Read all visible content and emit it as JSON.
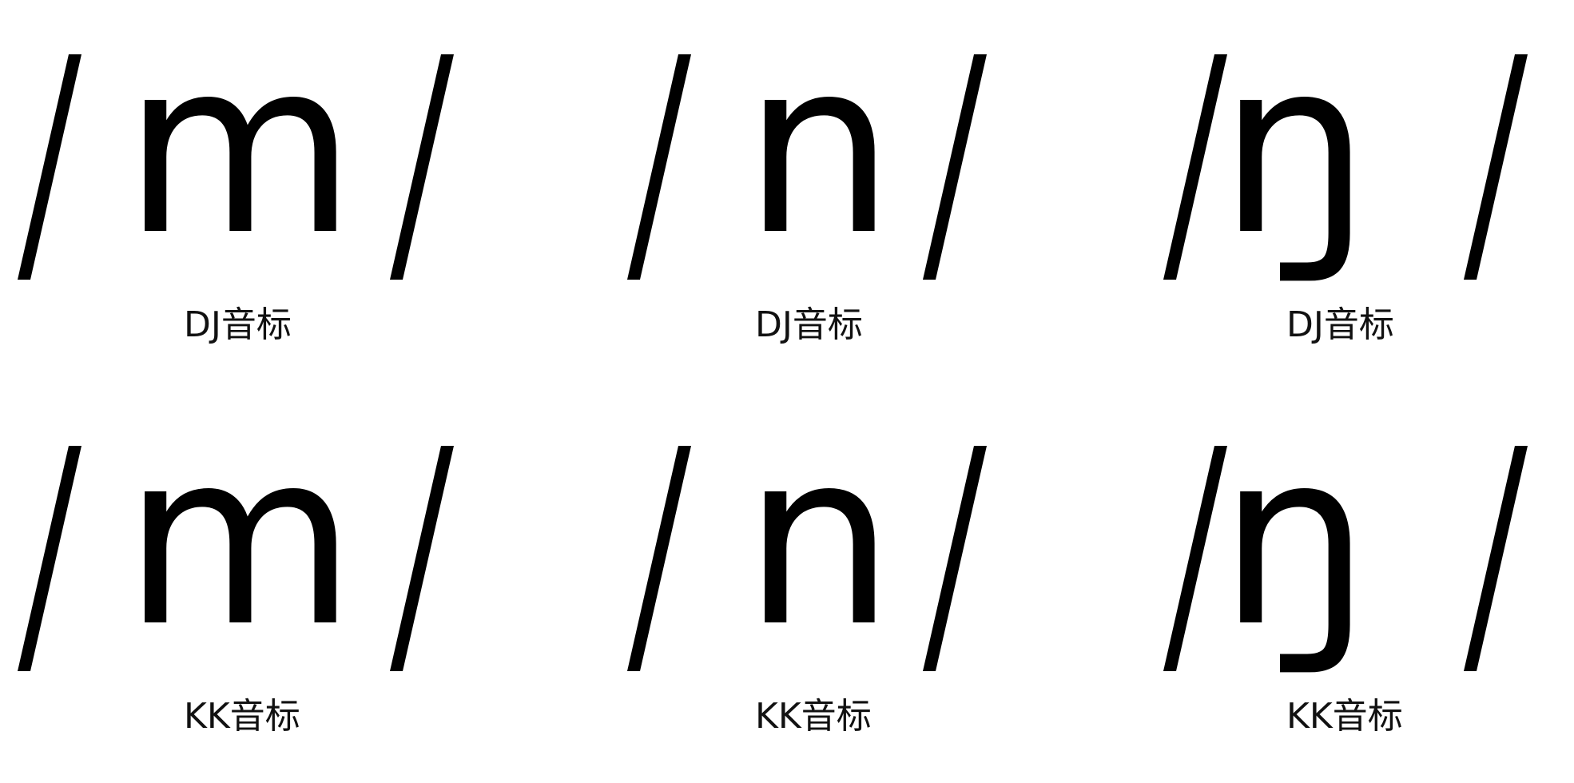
{
  "rows": [
    {
      "cells": [
        {
          "symbol": "m",
          "label": "DJ音标"
        },
        {
          "symbol": "n",
          "label": "DJ音标"
        },
        {
          "symbol": "ŋ",
          "label": "DJ音标"
        }
      ]
    },
    {
      "cells": [
        {
          "symbol": "m",
          "label": "KK音标"
        },
        {
          "symbol": "n",
          "label": "KK音标"
        },
        {
          "symbol": "ŋ",
          "label": "KK音标"
        }
      ]
    }
  ],
  "delimiter": "/"
}
